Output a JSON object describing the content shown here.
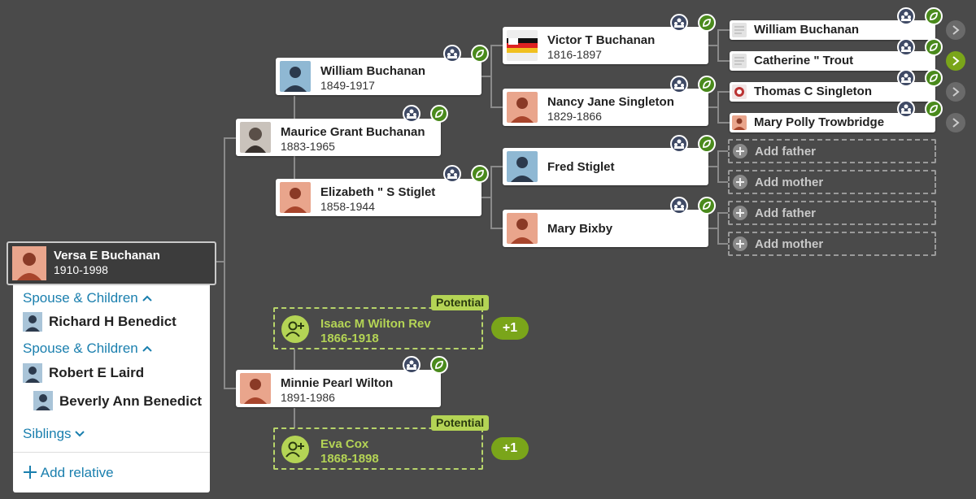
{
  "root": {
    "name": "Versa E Buchanan",
    "dates": "1910-1998"
  },
  "panel": {
    "spouse_header_1": "Spouse & Children",
    "spouse_1": "Richard H Benedict",
    "spouse_header_2": "Spouse & Children",
    "spouse_2": "Robert E Laird",
    "child_1": "Beverly Ann Benedict",
    "siblings": "Siblings",
    "add_relative": "Add relative"
  },
  "gen1": {
    "father": {
      "name": "Maurice Grant Buchanan",
      "dates": "1883-1965"
    },
    "mother": {
      "name": "Minnie Pearl Wilton",
      "dates": "1891-1986"
    }
  },
  "gen2": {
    "pf": {
      "name": "William Buchanan",
      "dates": "1849-1917"
    },
    "pm": {
      "name": "Elizabeth \" S Stiglet",
      "dates": "1858-1944"
    },
    "mf_potential": {
      "name": "Isaac M Wilton Rev",
      "dates": "1866-1918",
      "tag": "Potential",
      "count": "+1"
    },
    "mm_potential": {
      "name": "Eva Cox",
      "dates": "1868-1898",
      "tag": "Potential",
      "count": "+1"
    }
  },
  "gen3": {
    "a": {
      "name": "Victor T Buchanan",
      "dates": "1816-1897"
    },
    "b": {
      "name": "Nancy Jane Singleton",
      "dates": "1829-1866"
    },
    "c": {
      "name": "Fred Stiglet",
      "dates": ""
    },
    "d": {
      "name": "Mary Bixby",
      "dates": ""
    }
  },
  "gen4": {
    "a": {
      "name": "William Buchanan"
    },
    "b": {
      "name": "Catherine \" Trout"
    },
    "c": {
      "name": "Thomas C Singleton"
    },
    "d": {
      "name": "Mary Polly Trowbridge"
    },
    "add_father": "Add father",
    "add_mother": "Add mother"
  },
  "colors": {
    "background": "#4a4a4a",
    "accent_green": "#7aa51a",
    "potential_green": "#b4d455",
    "link_blue": "#1a7fae"
  },
  "icons": [
    "family-icon",
    "leaf-hint-icon",
    "chevron-right-icon",
    "add-person-icon",
    "plus-icon",
    "caret-up-icon",
    "caret-down-icon"
  ]
}
